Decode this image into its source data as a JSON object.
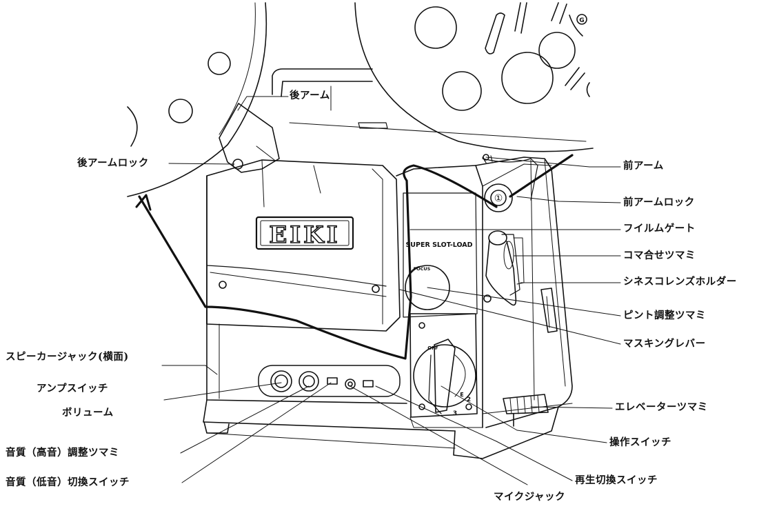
{
  "brand": "EIKI",
  "panel": {
    "model_text": "SUPER SLOT-LOAD",
    "focus_text": "FOCUS",
    "dial_off": "OFF",
    "dial_2": "2",
    "dial_3": "3",
    "dial_e": "E"
  },
  "reel_mark": "G",
  "sprocket_mark": "①",
  "labels": {
    "rear_arm": "後アーム",
    "rear_arm_lock": "後アームロック",
    "front_arm": "前アーム",
    "front_arm_lock": "前アームロック",
    "film_gate": "フイルムゲート",
    "framing_knob": "コマ合せツマミ",
    "cinescope_holder": "シネスコレンズホルダー",
    "focus_knob": "ピント調整ツマミ",
    "masking_lever": "マスキングレバー",
    "speaker_jack": "スピーカージャック(横面)",
    "amp_switch": "アンプスイッチ",
    "volume": "ボリューム",
    "treble_knob": "音質（高音）調整ツマミ",
    "bass_switch": "音質（低音）切換スイッチ",
    "elevator_knob": "エレベーターツマミ",
    "operation_switch": "操作スイッチ",
    "playback_switch": "再生切換スイッチ",
    "mic_jack": "マイクジャック"
  }
}
